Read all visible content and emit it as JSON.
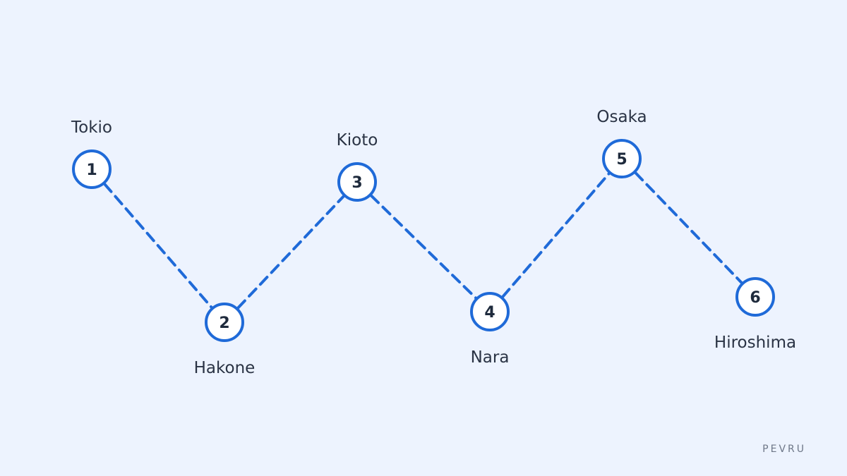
{
  "route": {
    "stops": [
      {
        "number": "1",
        "name": "Tokio"
      },
      {
        "number": "2",
        "name": "Hakone"
      },
      {
        "number": "3",
        "name": "Kioto"
      },
      {
        "number": "4",
        "name": "Nara"
      },
      {
        "number": "5",
        "name": "Osaka"
      },
      {
        "number": "6",
        "name": "Hiroshima"
      }
    ]
  },
  "brand": {
    "text": "PEVRU"
  },
  "colors": {
    "background": "#edf3fe",
    "accent": "#1f6ad8",
    "node_fill": "#ffffff",
    "text": "#2a3344"
  }
}
